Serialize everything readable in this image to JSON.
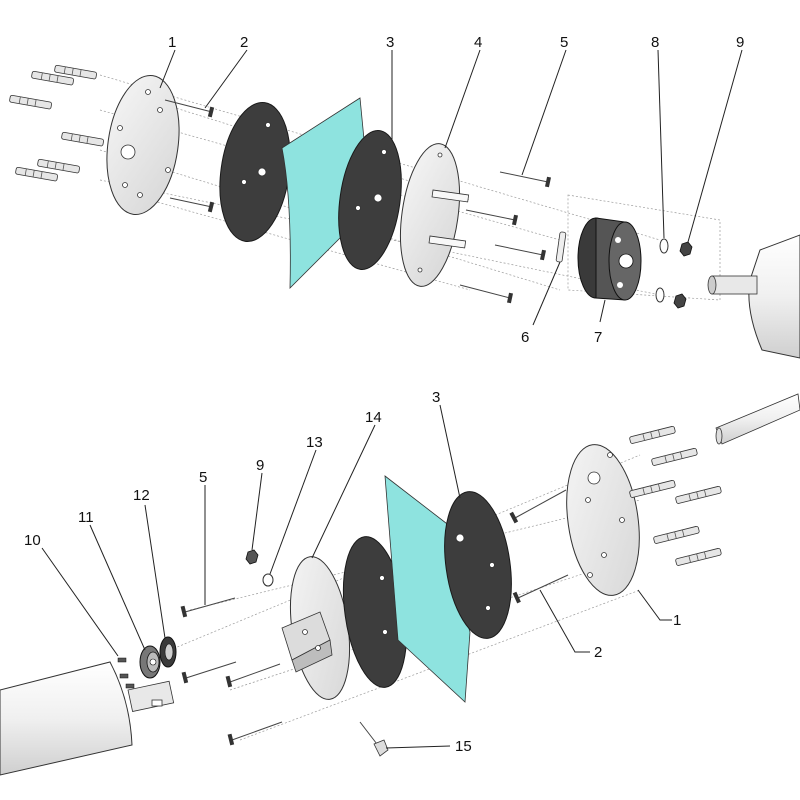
{
  "diagram": {
    "colors": {
      "white_plate": "#ececec",
      "gasket": "#3d3d3d",
      "membrane": "#8ee3df",
      "metal": "#d8d8d8",
      "line": "#333333"
    },
    "top_assembly": {
      "callouts": [
        {
          "label": "1",
          "part": "mounting-plate"
        },
        {
          "label": "2",
          "part": "screw"
        },
        {
          "label": "3",
          "part": "gasket"
        },
        {
          "label": "4",
          "part": "flange-plate"
        },
        {
          "label": "5",
          "part": "screw"
        },
        {
          "label": "6",
          "part": "pin"
        },
        {
          "label": "7",
          "part": "motor-adapter"
        },
        {
          "label": "8",
          "part": "washer"
        },
        {
          "label": "9",
          "part": "nut"
        }
      ]
    },
    "bottom_assembly": {
      "callouts": [
        {
          "label": "10",
          "part": "small-screw"
        },
        {
          "label": "11",
          "part": "hub"
        },
        {
          "label": "12",
          "part": "ring"
        },
        {
          "label": "5",
          "part": "screw"
        },
        {
          "label": "9",
          "part": "nut"
        },
        {
          "label": "13",
          "part": "washer"
        },
        {
          "label": "14",
          "part": "flange-plate"
        },
        {
          "label": "3",
          "part": "gasket"
        },
        {
          "label": "1",
          "part": "mounting-plate"
        },
        {
          "label": "2",
          "part": "screw"
        },
        {
          "label": "15",
          "part": "bolt"
        }
      ]
    }
  }
}
